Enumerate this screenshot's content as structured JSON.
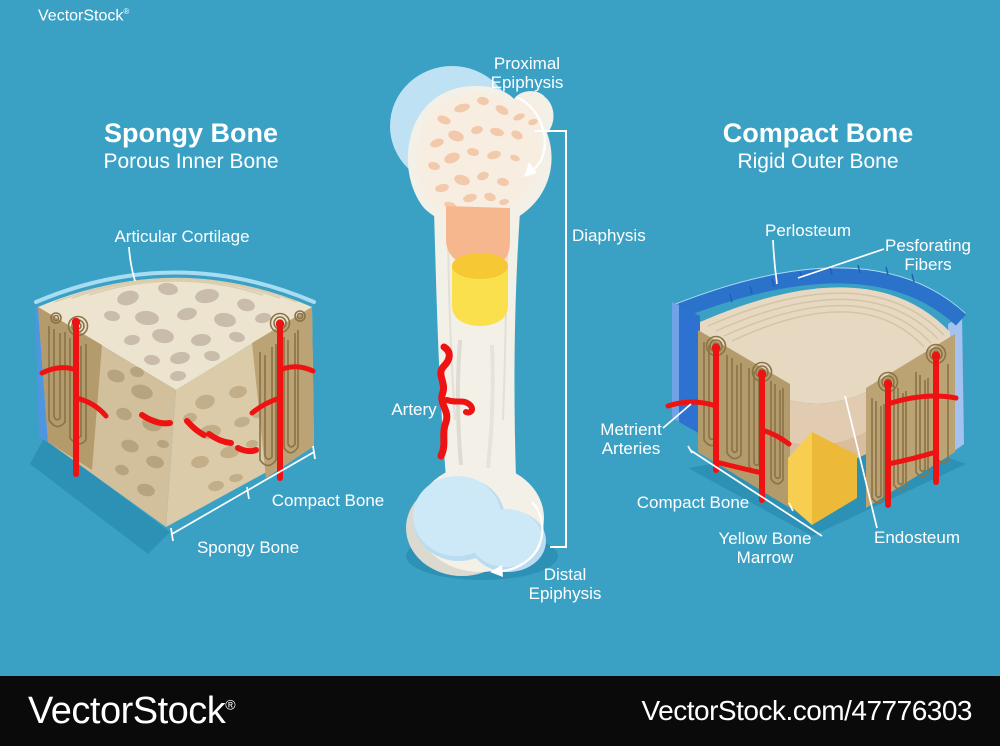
{
  "page": {
    "background_color": "#3BA1C4"
  },
  "watermark_top": {
    "brand": "VectorStock",
    "registered": "®"
  },
  "footer": {
    "brand": "VectorStock",
    "registered": "®",
    "credit": "VectorStock.com/47776303",
    "background_color": "#0A0A0A"
  },
  "sections": {
    "spongy": {
      "title": "Spongy Bone",
      "subtitle": "Porous Inner Bone",
      "labels": {
        "articular_cartilage": "Articular Cortilage",
        "compact_bone": "Compact Bone",
        "spongy_bone": "Spongy Bone"
      }
    },
    "long_bone": {
      "labels": {
        "proximal_line1": "Proximal",
        "proximal_line2": "Epiphysis",
        "diaphysis": "Diaphysis",
        "artery": "Artery",
        "distal_line1": "Distal",
        "distal_line2": "Epiphysis"
      }
    },
    "compact": {
      "title": "Compact Bone",
      "subtitle": "Rigid Outer Bone",
      "labels": {
        "periosteum": "Perlosteum",
        "perforating_line1": "Pesforating",
        "perforating_line2": "Fibers",
        "nutrient_line1": "Metrient",
        "nutrient_line2": "Arteries",
        "compact_bone": "Compact Bone",
        "marrow_line1": "Yellow Bone",
        "marrow_line2": "Marrow",
        "endosteum": "Endosteum"
      }
    }
  },
  "colors": {
    "background": "#3BA1C4",
    "footer_bg": "#0A0A0A",
    "text": "#FFFFFF",
    "artery_red": "#EE1312",
    "marrow_yellow": "#FBE04E",
    "marrow_orange": "#F7B78E",
    "periosteum_blue": "#2B72CB",
    "cartilage_light_blue": "#A9DCF3",
    "bone_cream": "#EDE4CF",
    "bone_tan": "#D2BF9B",
    "osteon_brown": "#B49B6B",
    "osteon_stripe": "#8A7347",
    "shadow_teal": "#2D91B5",
    "epiphysis_blue": "#CDE9F8",
    "spongy_pink": "#F3C9AC"
  }
}
